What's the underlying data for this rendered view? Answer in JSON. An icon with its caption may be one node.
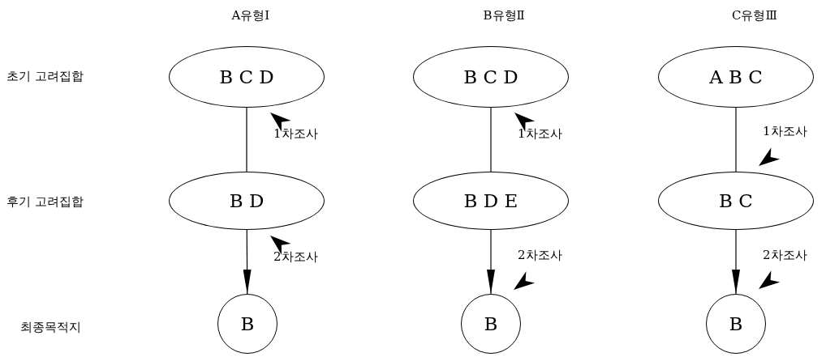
{
  "diagram": {
    "nodes": [
      {
        "text": [
          "B C D"
        ]
      },
      {
        "text": [
          "B C D"
        ]
      },
      {
        "text": [
          "A B C"
        ]
      },
      {
        "text": [
          "B D"
        ]
      },
      {
        "text": [
          "B D E"
        ]
      },
      {
        "text": [
          "B C"
        ]
      },
      {
        "text": [
          "B"
        ]
      },
      {
        "text": [
          "B"
        ]
      },
      {
        "text": [
          "B"
        ]
      }
    ],
    "edges": [
      {
        "from": 0,
        "to": 3,
        "arrow": "none",
        "label": "1차조사"
      },
      {
        "from": 3,
        "to": 6,
        "arrow": "to",
        "label": "2차조사"
      },
      {
        "from": 1,
        "to": 4,
        "arrow": "none",
        "label": "1차조사"
      },
      {
        "from": 4,
        "to": 7,
        "arrow": "to",
        "label": "2차조사"
      },
      {
        "from": 2,
        "to": 5,
        "arrow": "none",
        "label": "1차조사"
      },
      {
        "from": 5,
        "to": 8,
        "arrow": "to",
        "label": "2차조사"
      }
    ],
    "labels": [
      "A유형Ⅰ",
      "B유형Ⅱ",
      "C유형Ⅲ",
      "초기 고려집합",
      "후기 고려집합",
      "최종목적지"
    ]
  }
}
